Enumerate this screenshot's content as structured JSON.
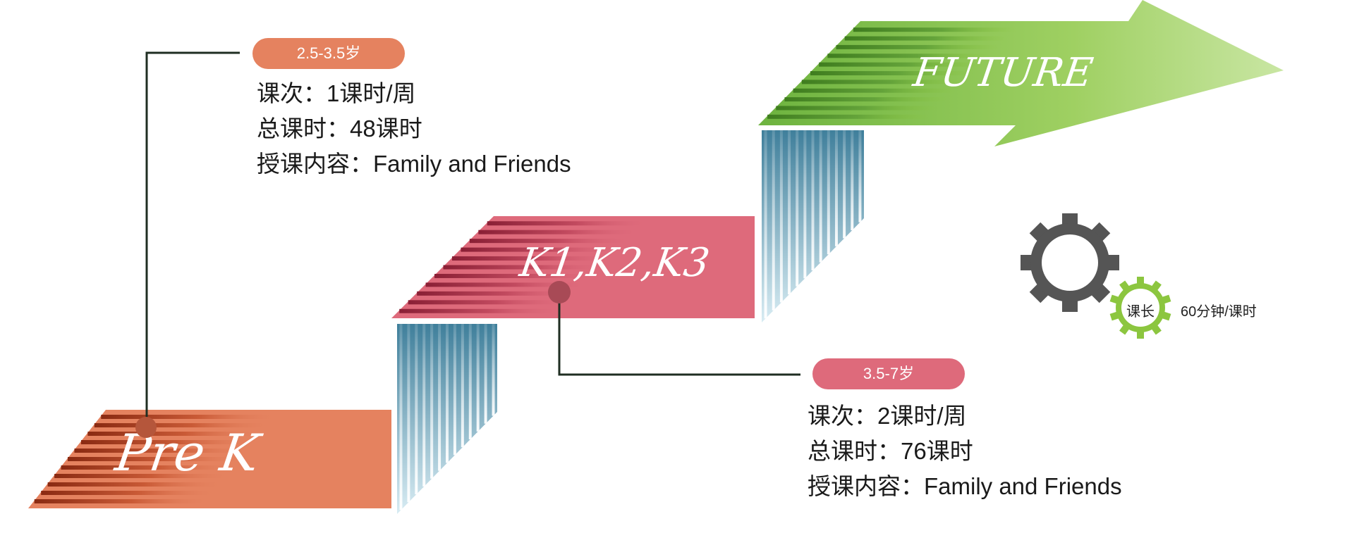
{
  "stages": {
    "prek": {
      "label": "Pre K",
      "color": "#e5825f"
    },
    "k": {
      "label": "K1,K2,K3",
      "color": "#de6a7b"
    },
    "future": {
      "label": "FUTURE",
      "color": "#8cc63f"
    }
  },
  "prek_info": {
    "age": "2.5-3.5岁",
    "age_color": "#e5825f",
    "lessons": "课次：1课时/周",
    "total_hours": "总课时：48课时",
    "content": "授课内容：Family and Friends"
  },
  "k_info": {
    "age": "3.5-7岁",
    "age_color": "#de6a7b",
    "lessons": "课次：2课时/周",
    "total_hours": "总课时：76课时",
    "content": "授课内容：Family and Friends"
  },
  "duration": {
    "badge": "课长",
    "value": "60分钟/课时"
  },
  "icons": {
    "big_gear": "gear-icon",
    "small_gear": "gear-icon"
  },
  "colors": {
    "connector": "#1f2e22",
    "riser": "#4a8aa6",
    "gear_dark": "#555555",
    "gear_green": "#8cc63f"
  }
}
